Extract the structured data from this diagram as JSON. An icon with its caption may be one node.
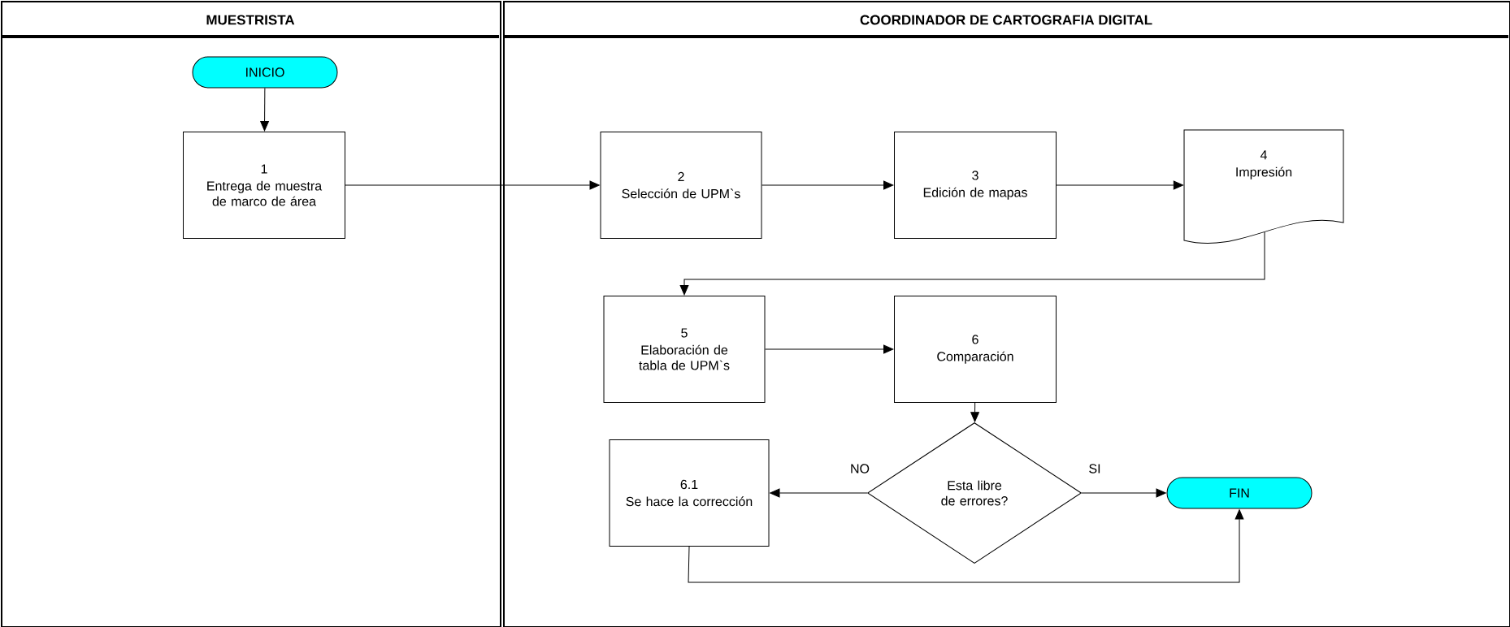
{
  "diagram": {
    "nodes": [
      {
        "text": [
          "MUESTRISTA"
        ]
      },
      {
        "text": [
          "COORDINADOR DE CARTOGRAFIA DIGITAL"
        ]
      },
      {
        "text": [
          "INICIO"
        ],
        "in": 0
      },
      {
        "text": [
          "1",
          "Entrega de muestra de marco de área"
        ],
        "in": 0
      },
      {
        "text": [
          "2",
          "Selección de UPM`s"
        ],
        "in": 1
      },
      {
        "text": [
          "3",
          "Edición de mapas"
        ],
        "in": 1
      },
      {
        "text": [
          "4",
          "Impresión"
        ],
        "in": 1
      },
      {
        "text": [
          "5",
          "Elaboración de tabla de UPM`s"
        ],
        "in": 1
      },
      {
        "text": [
          "6",
          "Comparación"
        ],
        "in": 1
      },
      {
        "text": [
          "Esta libre de errores?"
        ],
        "in": 1
      },
      {
        "text": [
          "6.1",
          "Se hace la corrección"
        ],
        "in": 1
      },
      {
        "text": [
          "FIN"
        ],
        "in": 1
      }
    ],
    "edges": [
      {
        "from": 2,
        "to": 3,
        "arrow": "to"
      },
      {
        "from": 3,
        "to": 4,
        "arrow": "to"
      },
      {
        "from": 4,
        "to": 5,
        "arrow": "to"
      },
      {
        "from": 5,
        "to": 6,
        "arrow": "to"
      },
      {
        "from": 6,
        "to": 7,
        "arrow": "to"
      },
      {
        "from": 7,
        "to": 8,
        "arrow": "to"
      },
      {
        "from": 8,
        "to": 9,
        "arrow": "to"
      },
      {
        "from": 9,
        "to": 10,
        "label": "NO",
        "arrow": "to"
      },
      {
        "from": 9,
        "to": 11,
        "label": "SI",
        "arrow": "to"
      },
      {
        "from": 10,
        "to": 11,
        "arrow": "to"
      }
    ]
  }
}
